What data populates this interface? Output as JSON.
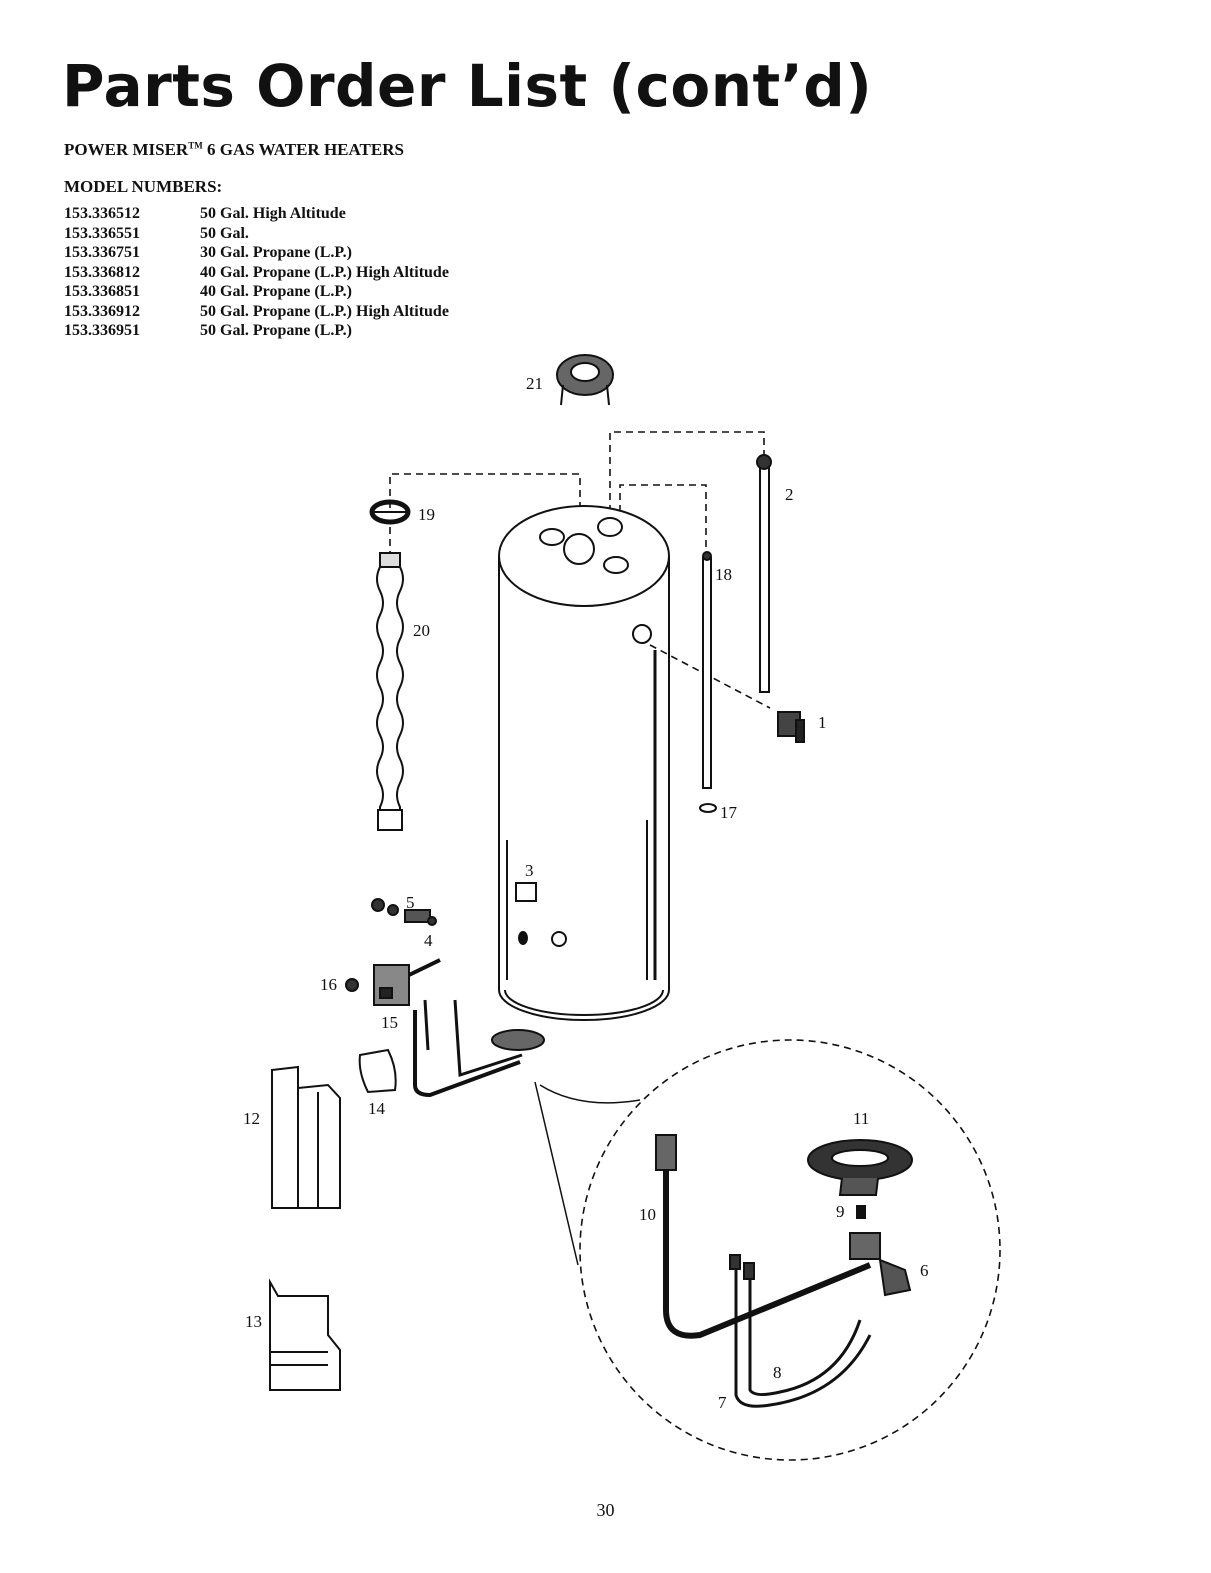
{
  "page": {
    "title": "Parts Order List (cont’d)",
    "subtitle_main": "POWER MISER",
    "subtitle_mark": "TM",
    "subtitle_rest": " 6 GAS WATER HEATERS",
    "models_label": "MODEL NUMBERS:",
    "page_number": "30"
  },
  "models": [
    {
      "number": "153.336512",
      "description": "50 Gal. High Altitude"
    },
    {
      "number": "153.336551",
      "description": "50 Gal."
    },
    {
      "number": "153.336751",
      "description": "30 Gal. Propane (L.P.)"
    },
    {
      "number": "153.336812",
      "description": "40 Gal. Propane (L.P.) High Altitude"
    },
    {
      "number": "153.336851",
      "description": "40 Gal. Propane (L.P.)"
    },
    {
      "number": "153.336912",
      "description": "50 Gal. Propane (L.P.) High Altitude"
    },
    {
      "number": "153.336951",
      "description": "50 Gal. Propane (L.P.)"
    }
  ],
  "callouts": [
    "1",
    "2",
    "3",
    "4",
    "5",
    "6",
    "7",
    "8",
    "9",
    "10",
    "11",
    "12",
    "13",
    "14",
    "15",
    "16",
    "17",
    "18",
    "19",
    "20",
    "21"
  ]
}
